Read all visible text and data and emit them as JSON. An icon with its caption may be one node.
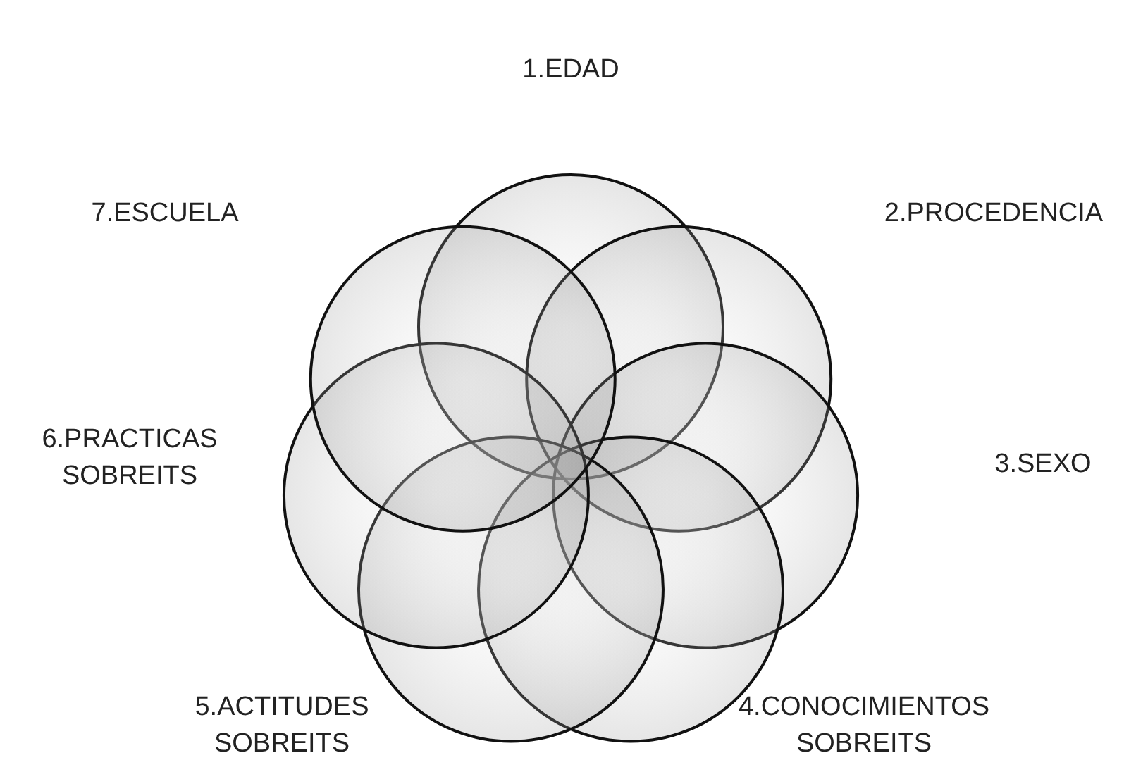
{
  "diagram": {
    "nodes": [
      {
        "text": [],
        "shape": "circle"
      },
      {
        "text": [],
        "shape": "circle"
      },
      {
        "text": [],
        "shape": "circle"
      },
      {
        "text": [],
        "shape": "circle"
      },
      {
        "text": [],
        "shape": "circle"
      },
      {
        "text": [],
        "shape": "circle"
      },
      {
        "text": [],
        "shape": "circle"
      }
    ],
    "labels": [
      "1.EDAD",
      "7.ESCUELA",
      "2.PROCEDENCIA",
      "6.PRACTICAS SOBREITS",
      "3.SEXO",
      "5.ACTITUDES SOBREITS",
      "4.CONOCIMIENTOS SOBREITS"
    ]
  }
}
